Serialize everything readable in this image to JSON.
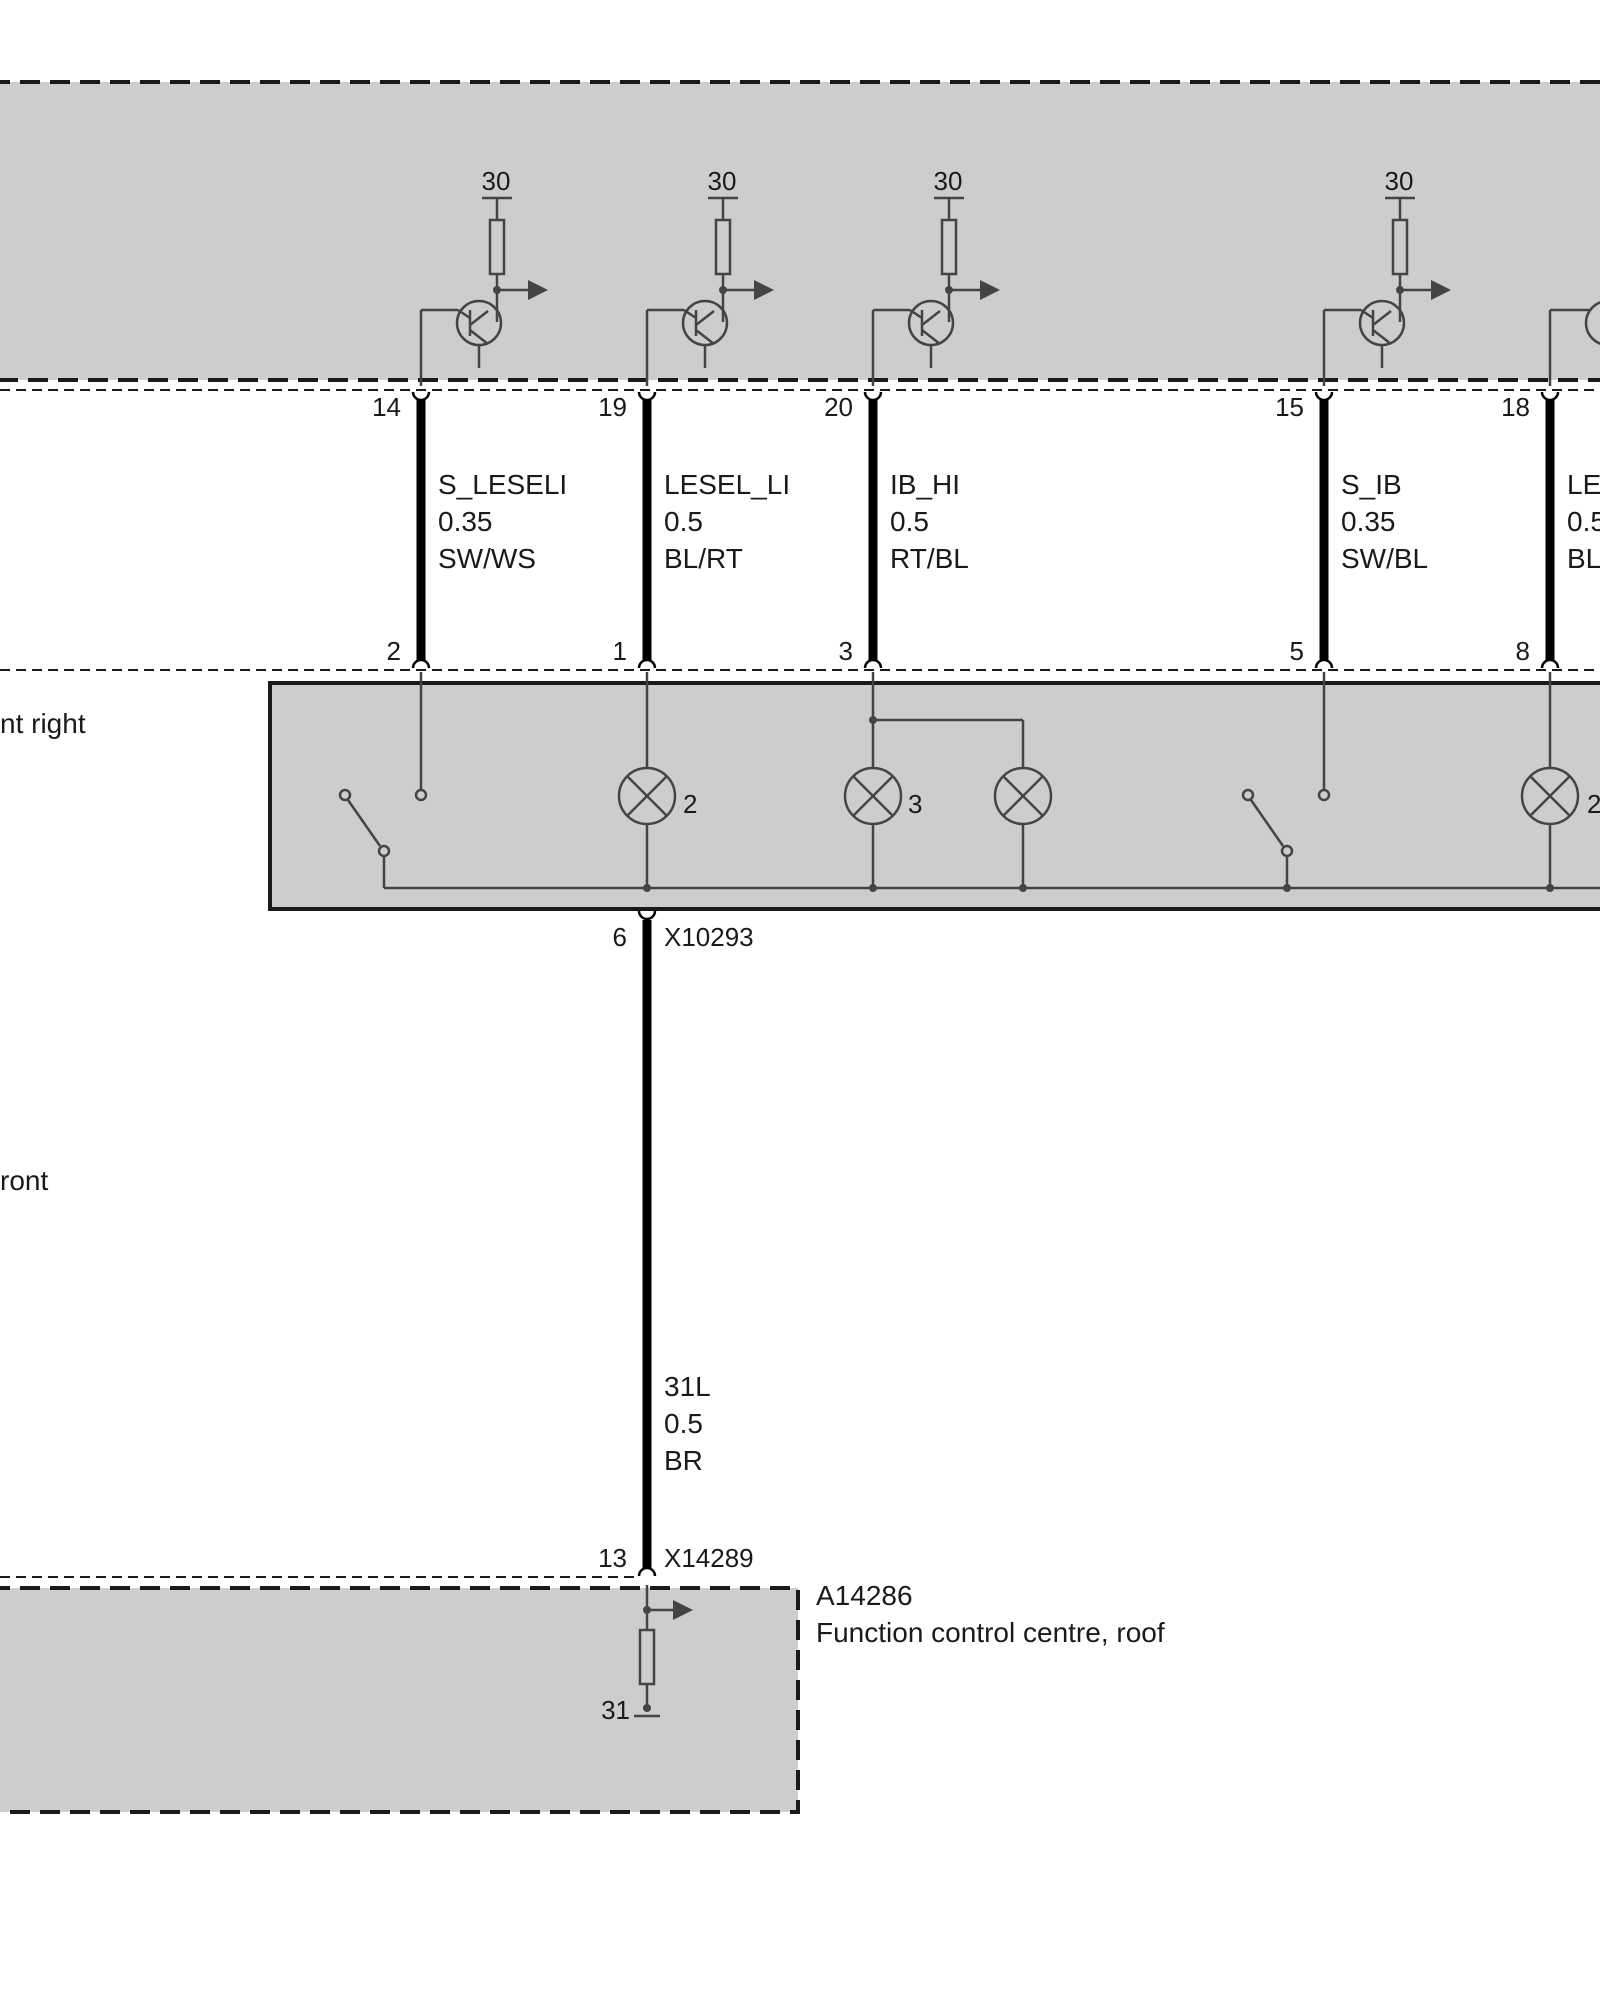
{
  "top_module": {
    "supplies": [
      {
        "label": "30"
      },
      {
        "label": "30"
      },
      {
        "label": "30"
      },
      {
        "label": "30"
      }
    ]
  },
  "wires": [
    {
      "top_pin": "14",
      "bottom_pin": "2",
      "signal": "S_LESELI",
      "size": "0.35",
      "color": "SW/WS"
    },
    {
      "top_pin": "19",
      "bottom_pin": "1",
      "signal": "LESEL_LI",
      "size": "0.5",
      "color": "BL/RT"
    },
    {
      "top_pin": "20",
      "bottom_pin": "3",
      "signal": "IB_HI",
      "size": "0.5",
      "color": "RT/BL"
    },
    {
      "top_pin": "15",
      "bottom_pin": "5",
      "signal": "S_IB",
      "size": "0.35",
      "color": "SW/BL"
    },
    {
      "top_pin": "18",
      "bottom_pin": "8",
      "signal": "LE",
      "size": "0.5",
      "color": "BL"
    }
  ],
  "light_unit": {
    "side_label": "nt right",
    "lamp_labels": [
      "2",
      "3",
      "2"
    ]
  },
  "left_text": {
    "front": "ront"
  },
  "ground_wire": {
    "top_pin": "6",
    "top_connector": "X10293",
    "signal": "31L",
    "size": "0.5",
    "color": "BR",
    "bottom_pin": "13",
    "bottom_connector": "X14289"
  },
  "bottom_module": {
    "id": "A14286",
    "name": "Function control centre, roof",
    "ground_label": "31"
  }
}
